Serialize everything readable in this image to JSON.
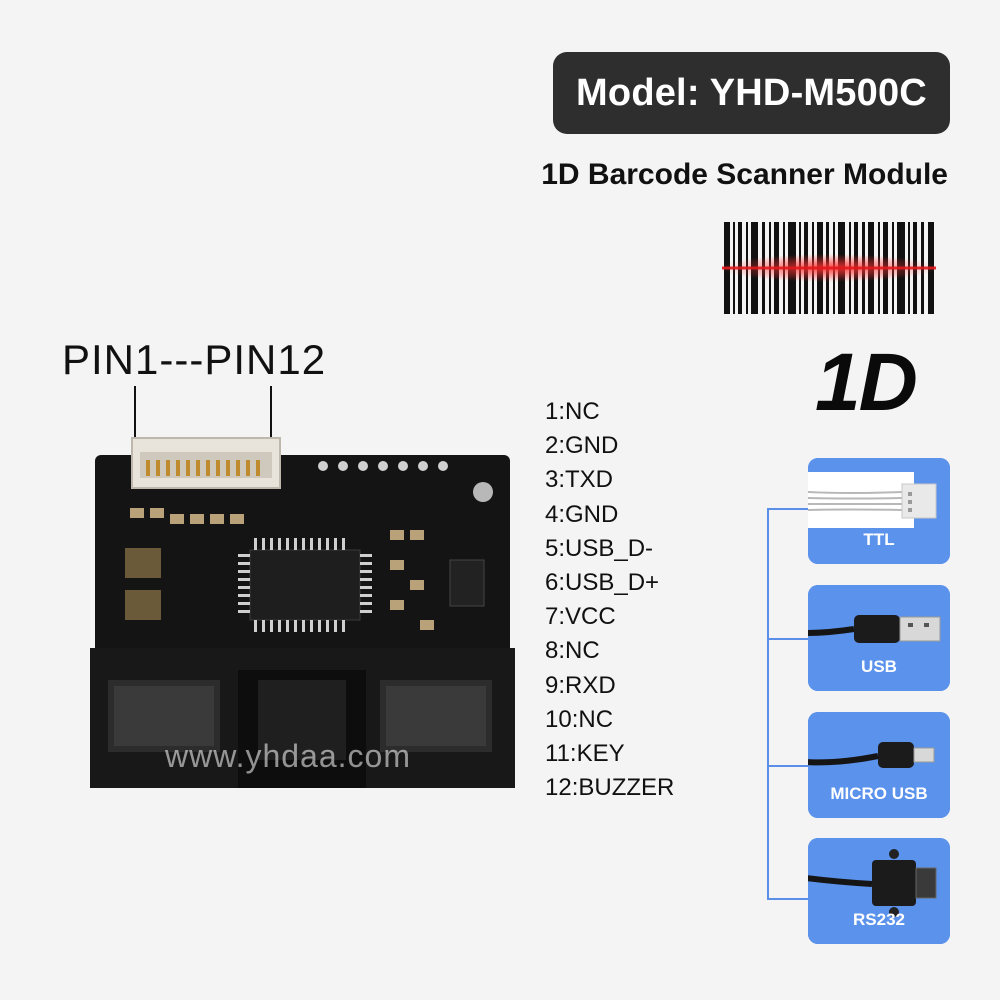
{
  "header": {
    "model": "Model: YHD-M500C",
    "subtitle": "1D Barcode Scanner Module",
    "badge_1d": "1D"
  },
  "pins": {
    "range_label": "PIN1---PIN12",
    "list": [
      "1:NC",
      "2:GND",
      "3:TXD",
      "4:GND",
      "5:USB_D-",
      "6:USB_D+",
      "7:VCC",
      "8:NC",
      "9:RXD",
      "10:NC",
      "11:KEY",
      "12:BUZZER"
    ]
  },
  "watermark": "www.yhdaa.com",
  "interfaces": [
    {
      "label": "TTL",
      "icon": "ttl-cable-icon"
    },
    {
      "label": "USB",
      "icon": "usb-cable-icon"
    },
    {
      "label": "MICRO USB",
      "icon": "micro-usb-cable-icon"
    },
    {
      "label": "RS232",
      "icon": "rs232-cable-icon"
    }
  ],
  "colors": {
    "card": "#5b92ec",
    "badge": "#2e2e2e",
    "laser": "#e0181c"
  }
}
